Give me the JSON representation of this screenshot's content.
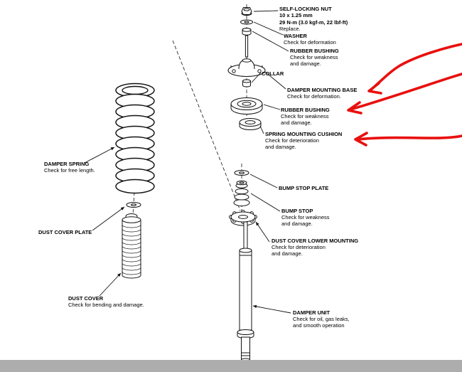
{
  "colors": {
    "line": "#111111",
    "annotation_red": "#e8100e",
    "footer_bar": "#adadad"
  },
  "labels": [
    {
      "id": "self-locking-nut",
      "name": "SELF-LOCKING NUT\n10 x 1.25 mm\n29 N-m (3.0 kgf-m, 22 lbf-ft)",
      "note": "Replace."
    },
    {
      "id": "washer",
      "name": "WASHER",
      "note": "Check for deformation"
    },
    {
      "id": "rubber-bushing-upper",
      "name": "RUBBER BUSHING",
      "note": "Check for weakness\nand damage."
    },
    {
      "id": "collar",
      "name": "COLLAR",
      "note": ""
    },
    {
      "id": "damper-mounting-base",
      "name": "DAMPER MOUNTING BASE",
      "note": "Check for deformation."
    },
    {
      "id": "rubber-bushing-lower",
      "name": "RUBBER BUSHING",
      "note": "Check for weakness\nand damage."
    },
    {
      "id": "spring-mounting-cushion",
      "name": "SPRING MOUNTING CUSHION",
      "note": "Check for deterioration\nand damage."
    },
    {
      "id": "damper-spring",
      "name": "DAMPER SPRING",
      "note": "Check for free length."
    },
    {
      "id": "dust-cover-plate",
      "name": "DUST COVER PLATE",
      "note": ""
    },
    {
      "id": "dust-cover",
      "name": "DUST COVER",
      "note": "Check for bending and damage."
    },
    {
      "id": "bump-stop-plate",
      "name": "BUMP STOP PLATE",
      "note": ""
    },
    {
      "id": "bump-stop",
      "name": "BUMP STOP",
      "note": "Check for weakness\nand damage."
    },
    {
      "id": "dust-cover-lower-mounting",
      "name": "DUST COVER LOWER MOUNTING",
      "note": "Check for deterioration\nand damage."
    },
    {
      "id": "damper-unit",
      "name": "DAMPER UNIT",
      "note": "Check for oil, gas leaks,\nand smooth operation"
    }
  ],
  "annotations": {
    "style": "hand-drawn-marker-arrows",
    "color": "#e8100e",
    "targets": [
      "DAMPER MOUNTING BASE",
      "RUBBER BUSHING",
      "SPRING MOUNTING CUSHION"
    ]
  }
}
